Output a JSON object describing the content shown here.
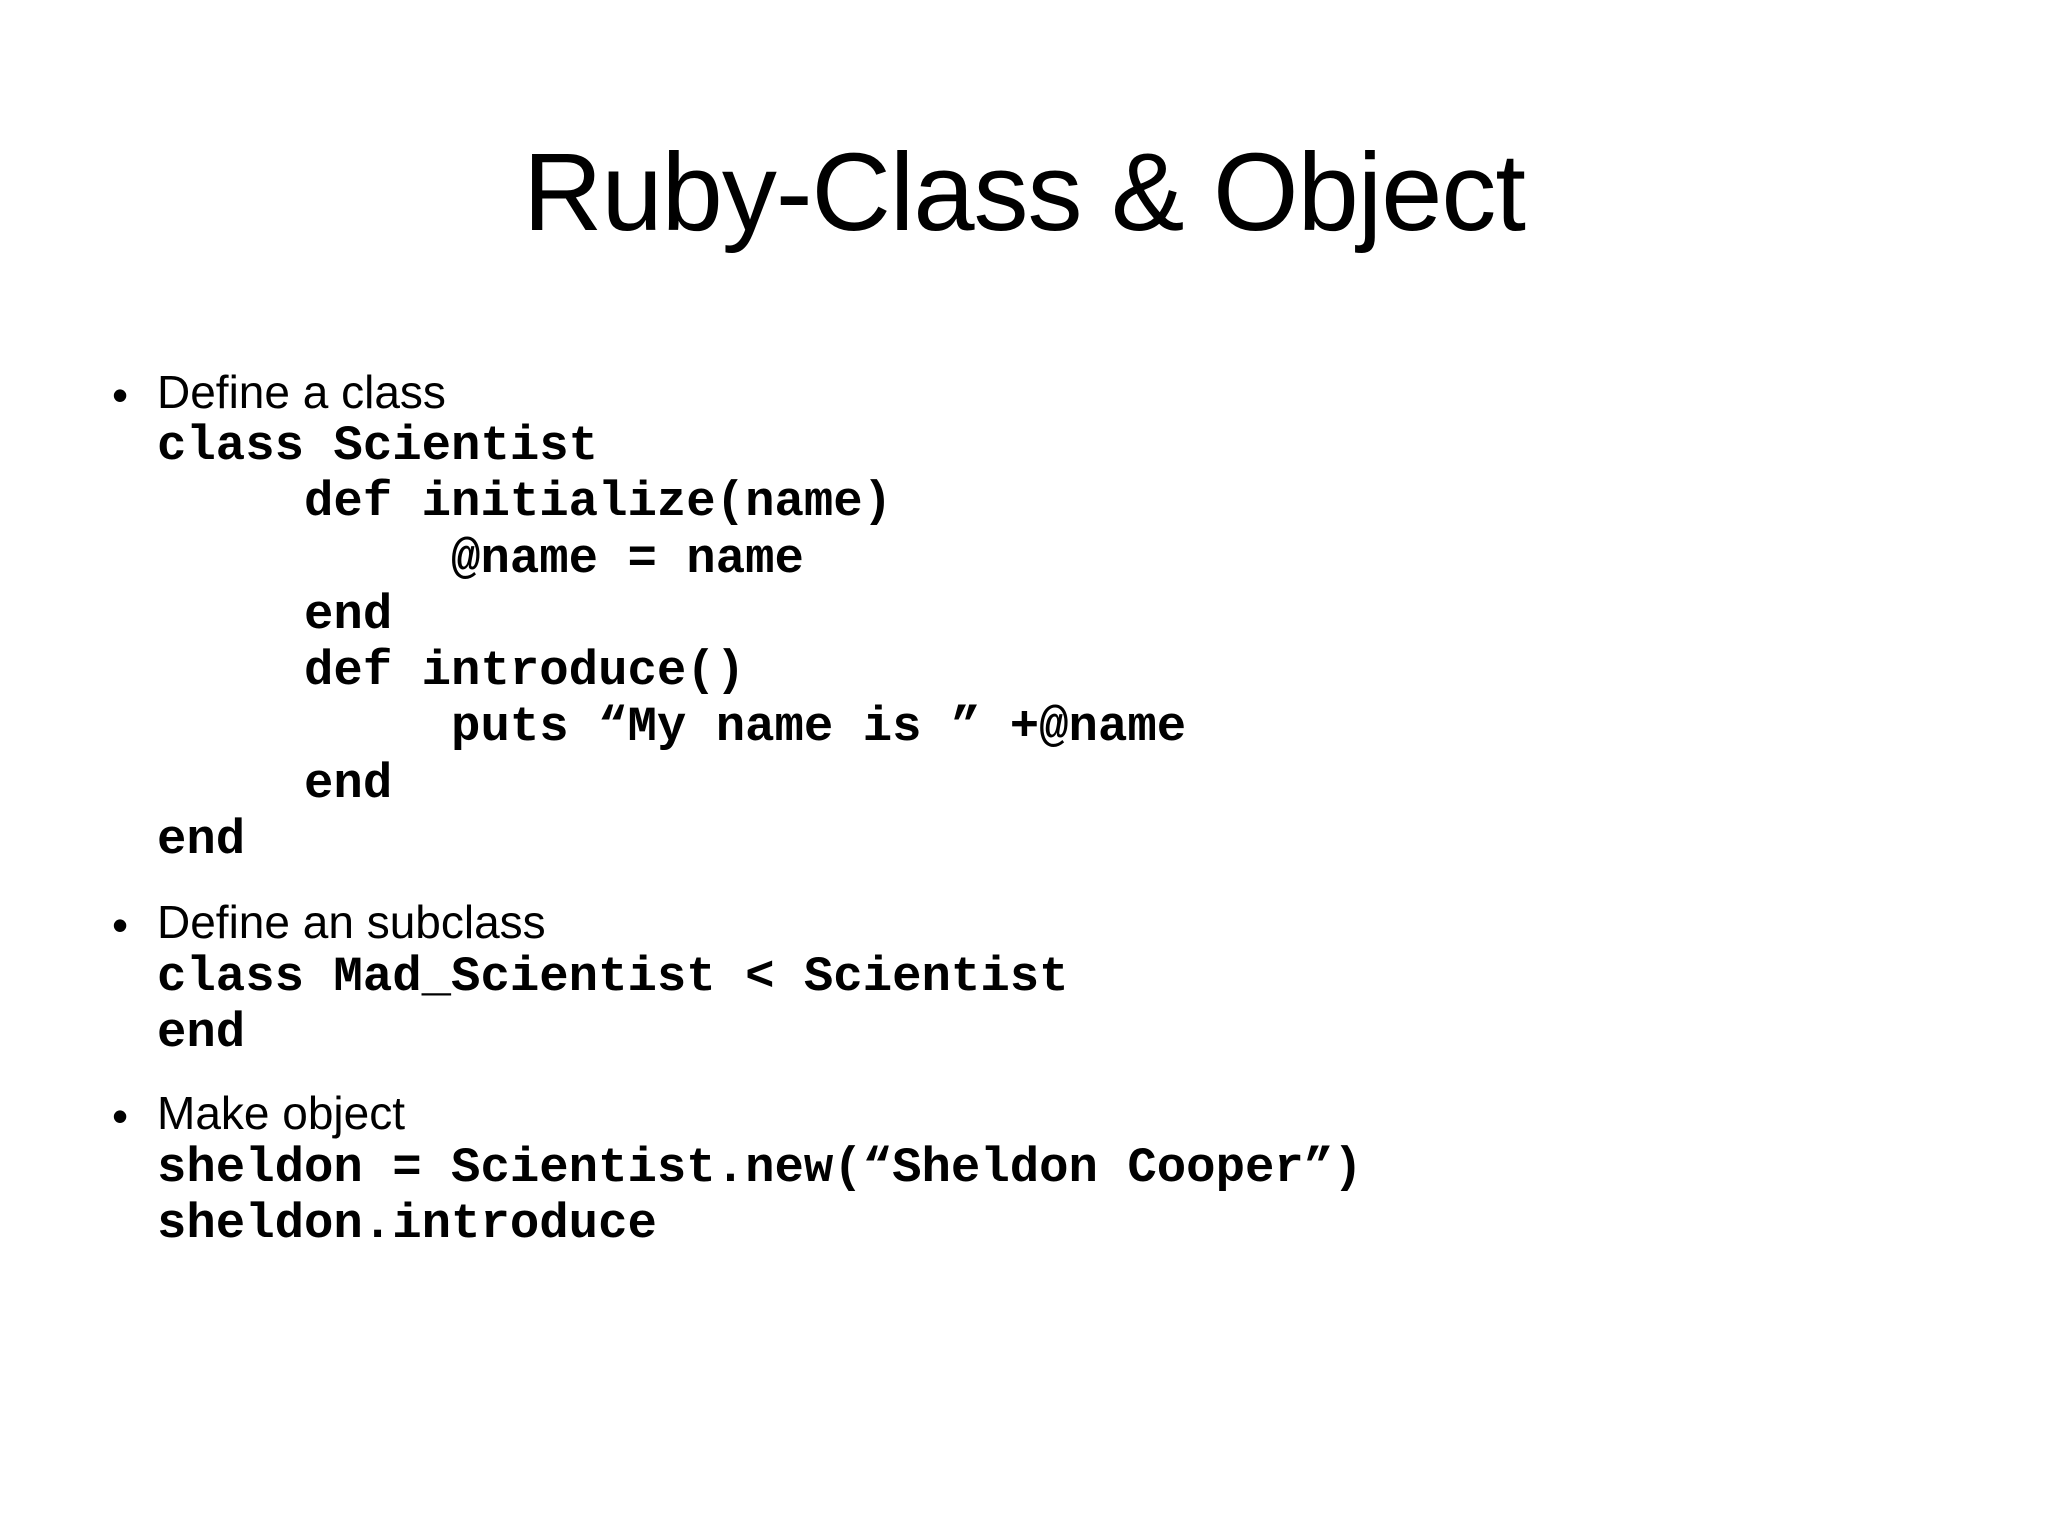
{
  "slide": {
    "title": "Ruby-Class & Object",
    "bullet_symbol": "•",
    "sections": [
      {
        "heading": "Define a class",
        "code": [
          "class Scientist",
          "     def initialize(name)",
          "          @name = name",
          "     end",
          "     def introduce()",
          "          puts “My name is ” +@name",
          "     end",
          "end"
        ]
      },
      {
        "heading": "Define an subclass",
        "code": [
          "class Mad_Scientist < Scientist",
          "end"
        ]
      },
      {
        "heading": "Make object",
        "code": [
          "sheldon = Scientist.new(“Sheldon Cooper”)",
          "sheldon.introduce"
        ]
      }
    ]
  }
}
